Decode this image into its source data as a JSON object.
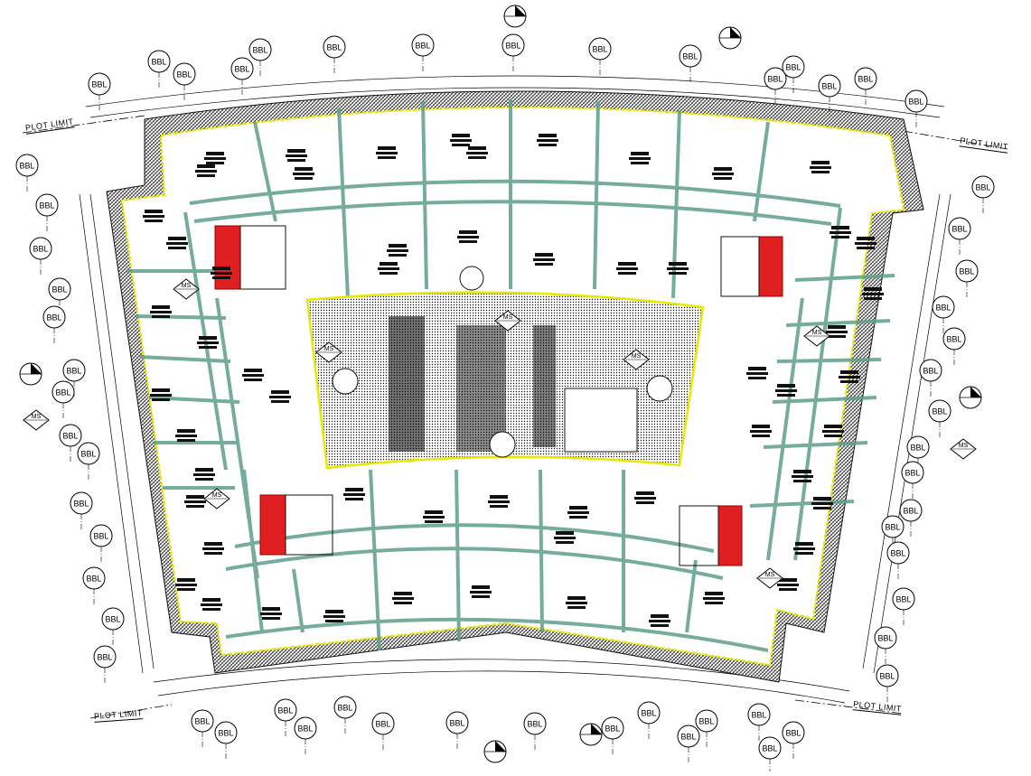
{
  "plan": {
    "grid_bubble_label": "BBL",
    "plot_limit_label": "PLOT LIMIT",
    "section_marker_label": "MS",
    "core_marker_label": "MS",
    "colors": {
      "wall": "#2b2b2b",
      "slab_edge": "#e8e800",
      "beam": "#5f9e8a",
      "column_red": "#e02020",
      "dimension": "#000000",
      "annotation": "#cc6600"
    }
  }
}
